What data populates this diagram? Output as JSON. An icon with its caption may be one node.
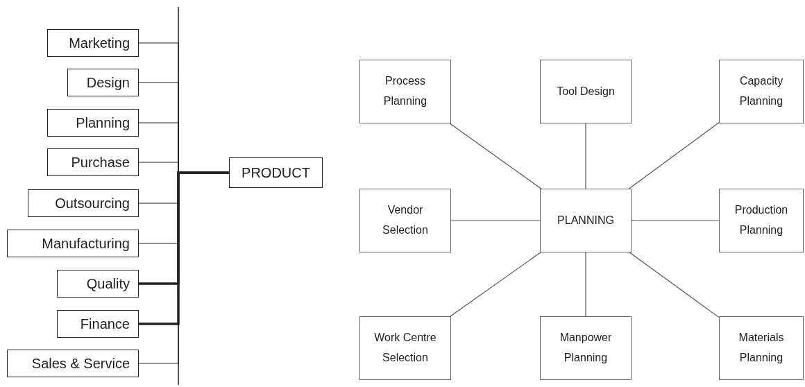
{
  "diagram": {
    "nodes": [
      {
        "text": [
          "Marketing"
        ]
      },
      {
        "text": [
          "Design"
        ]
      },
      {
        "text": [
          "Planning"
        ]
      },
      {
        "text": [
          "Purchase"
        ]
      },
      {
        "text": [
          "Outsourcing"
        ]
      },
      {
        "text": [
          "Manufacturing"
        ]
      },
      {
        "text": [
          "Quality"
        ]
      },
      {
        "text": [
          "Finance"
        ]
      },
      {
        "text": [
          "Sales & Service"
        ]
      },
      {
        "text": [
          "PRODUCT"
        ]
      },
      {
        "text": [
          "Process Planning"
        ]
      },
      {
        "text": [
          "Tool Design"
        ]
      },
      {
        "text": [
          "Capacity Planning"
        ]
      },
      {
        "text": [
          "Vendor Selection"
        ]
      },
      {
        "text": [
          "PLANNING"
        ]
      },
      {
        "text": [
          "Production Planning"
        ]
      },
      {
        "text": [
          "Work Centre Selection"
        ]
      },
      {
        "text": [
          "Manpower Planning"
        ]
      },
      {
        "text": [
          "Materials Planning"
        ]
      }
    ],
    "edges": [
      {
        "from": 0,
        "to": 9,
        "arrow": "none"
      },
      {
        "from": 1,
        "to": 9,
        "arrow": "none"
      },
      {
        "from": 2,
        "to": 9,
        "arrow": "none"
      },
      {
        "from": 3,
        "to": 9,
        "arrow": "none"
      },
      {
        "from": 4,
        "to": 9,
        "arrow": "none"
      },
      {
        "from": 5,
        "to": 9,
        "arrow": "none"
      },
      {
        "from": 6,
        "to": 9,
        "arrow": "none",
        "style": "thick"
      },
      {
        "from": 7,
        "to": 9,
        "arrow": "none",
        "style": "thick"
      },
      {
        "from": 8,
        "to": 9,
        "arrow": "none"
      },
      {
        "from": 14,
        "to": 10,
        "arrow": "none"
      },
      {
        "from": 14,
        "to": 11,
        "arrow": "none"
      },
      {
        "from": 14,
        "to": 12,
        "arrow": "none"
      },
      {
        "from": 14,
        "to": 13,
        "arrow": "none"
      },
      {
        "from": 14,
        "to": 15,
        "arrow": "none"
      },
      {
        "from": 14,
        "to": 16,
        "arrow": "none"
      },
      {
        "from": 14,
        "to": 17,
        "arrow": "none"
      },
      {
        "from": 14,
        "to": 18,
        "arrow": "none"
      }
    ]
  }
}
